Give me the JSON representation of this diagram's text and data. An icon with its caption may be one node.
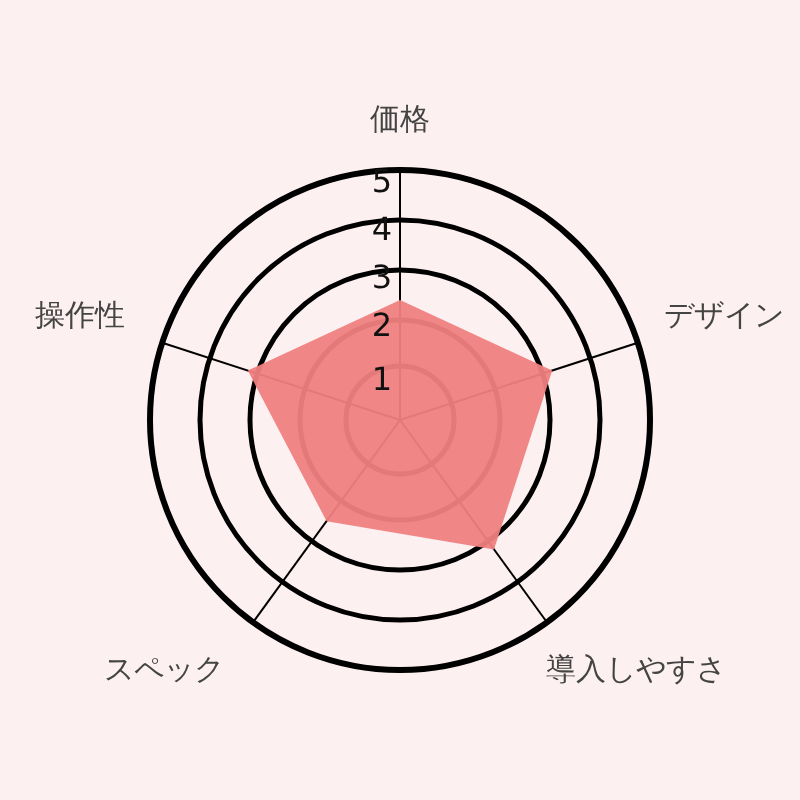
{
  "diagram": {
    "labels": [
      "価格",
      "5",
      "4",
      "3",
      "操作性",
      "デザイン",
      "2",
      "1",
      "スペック",
      "導入しやすさ"
    ]
  }
}
